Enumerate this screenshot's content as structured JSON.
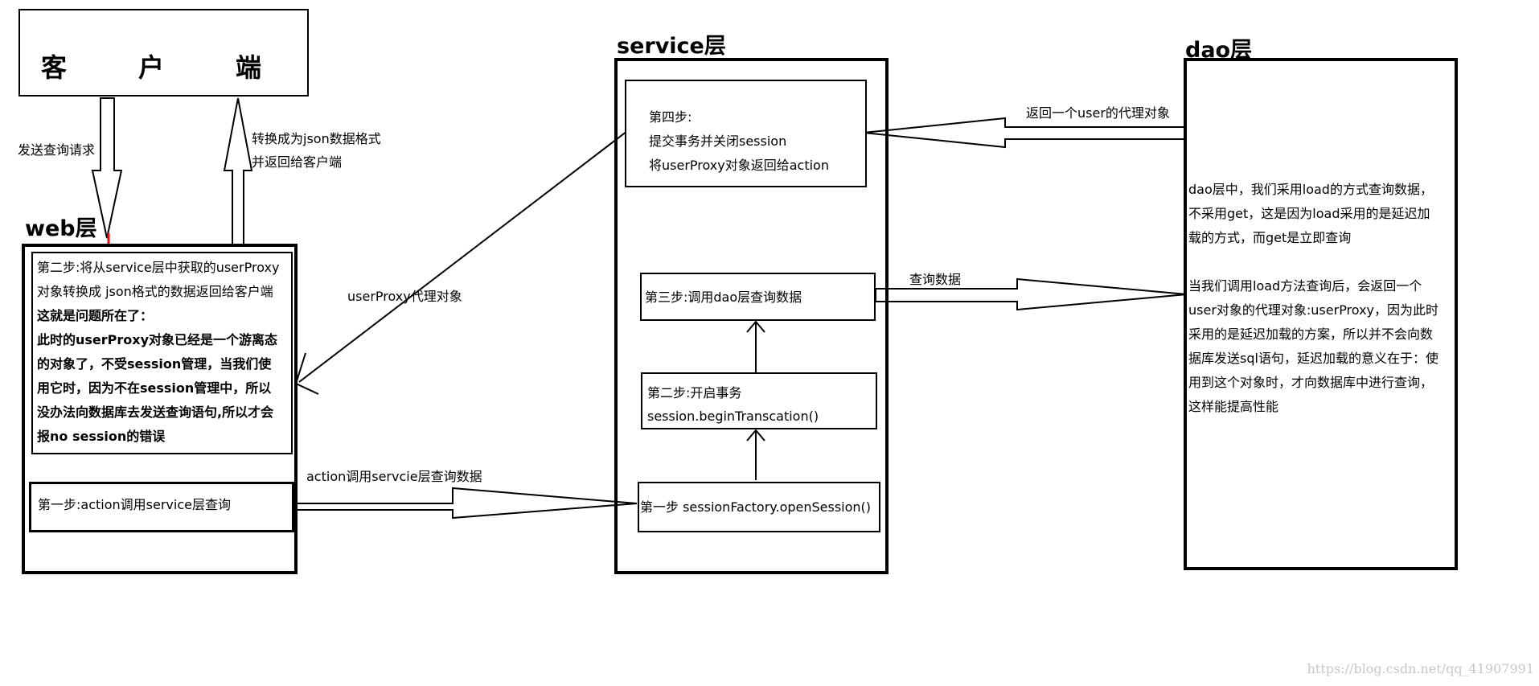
{
  "client": {
    "title_chars": [
      "客",
      "户",
      "端"
    ]
  },
  "layers": {
    "web": "web层",
    "service": "service层",
    "dao": "dao层"
  },
  "web": {
    "step2_lines": [
      "第二步:将从service层中获取的userProxy",
      "对象转换成 json格式的数据返回给客户端"
    ],
    "step2_bold_lines": [
      "这就是问题所在了：",
      "此时的userProxy对象已经是一个游离态",
      "的对象了，不受session管理，当我们使",
      "用它时，因为不在session管理中，所以",
      "没办法向数据库去发送查询语句,所以才会",
      "报no session的错误"
    ],
    "step1": "第一步:action调用service层查询"
  },
  "service": {
    "step4_lines": [
      "第四步:",
      "提交事务并关闭session",
      "将userProxy对象返回给action"
    ],
    "step3": "第三步:调用dao层查询数据",
    "step2_lines": [
      "第二步:开启事务",
      "session.beginTranscation()"
    ],
    "step1": "第一步 sessionFactory.openSession()"
  },
  "dao": {
    "lines": [
      "dao层中，我们采用load的方式查询数据，",
      "不采用get，这是因为load采用的是延迟加",
      "载的方式，而get是立即查询",
      "",
      "当我们调用load方法查询后，会返回一个",
      "user对象的代理对象:userProxy，因为此时",
      "采用的是延迟加载的方案，所以并不会向数",
      "据库发送sql语句，延迟加载的意义在于：使",
      "用到这个对象时，才向数据库中进行查询，",
      "这样能提高性能"
    ]
  },
  "arrows": {
    "send_query": "发送查询请求",
    "to_json_lines": [
      "转换成为json数据格式",
      "并返回给客户端"
    ],
    "user_proxy": "userProxy代理对象",
    "action_call": "action调用servcie层查询数据",
    "query_data": "查询数据",
    "return_proxy": "返回一个user的代理对象"
  },
  "watermark": "https://blog.csdn.net/qq_41907991",
  "colors": {
    "line": "#000000",
    "highlight": "#e01010",
    "watermark": "#c8c8c8"
  }
}
